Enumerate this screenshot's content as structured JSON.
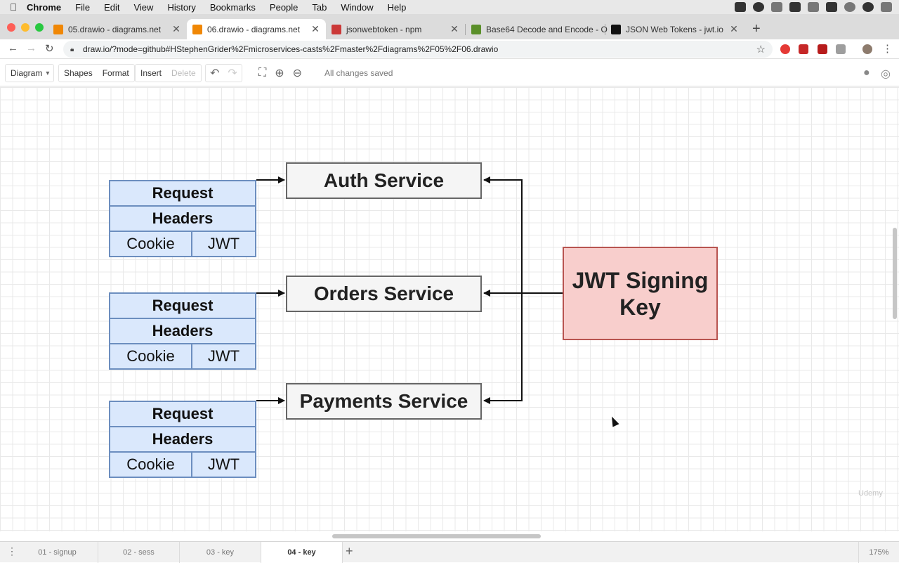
{
  "menubar": {
    "app": "Chrome",
    "items": [
      "File",
      "Edit",
      "View",
      "History",
      "Bookmarks",
      "People",
      "Tab",
      "Window",
      "Help"
    ]
  },
  "tabs": [
    {
      "title": "05.drawio - diagrams.net",
      "icon": "drawio-icon",
      "active": false
    },
    {
      "title": "06.drawio - diagrams.net",
      "icon": "drawio-icon",
      "active": true
    },
    {
      "title": "jsonwebtoken - npm",
      "icon": "npm-icon",
      "active": false
    },
    {
      "title": "Base64 Decode and Encode - O",
      "icon": "base64-icon",
      "active": false
    },
    {
      "title": "JSON Web Tokens - jwt.io",
      "icon": "jwt-icon",
      "active": false
    }
  ],
  "address": {
    "url": "draw.io/?mode=github#HStephenGrider%2Fmicroservices-casts%2Fmaster%2Fdiagrams%2F05%2F06.drawio"
  },
  "toolbar": {
    "diagram": "Diagram",
    "shapes": "Shapes",
    "format": "Format",
    "insert": "Insert",
    "delete": "Delete",
    "status": "All changes saved"
  },
  "diagram": {
    "services": [
      "Auth Service",
      "Orders Service",
      "Payments Service"
    ],
    "signing_key": "JWT Signing Key",
    "request": {
      "title": "Request",
      "subtitle": "Headers",
      "cookie": "Cookie",
      "jwt": "JWT"
    }
  },
  "pages": {
    "tabs": [
      "01 - signup",
      "02 - sess",
      "03 - key",
      "04 - key"
    ],
    "active_index": 3,
    "zoom": "175%"
  },
  "colors": {
    "request_fill": "#dae8fc",
    "request_border": "#6c8ebf",
    "service_fill": "#f5f5f5",
    "key_fill": "#f8cecc",
    "key_border": "#b85450"
  }
}
